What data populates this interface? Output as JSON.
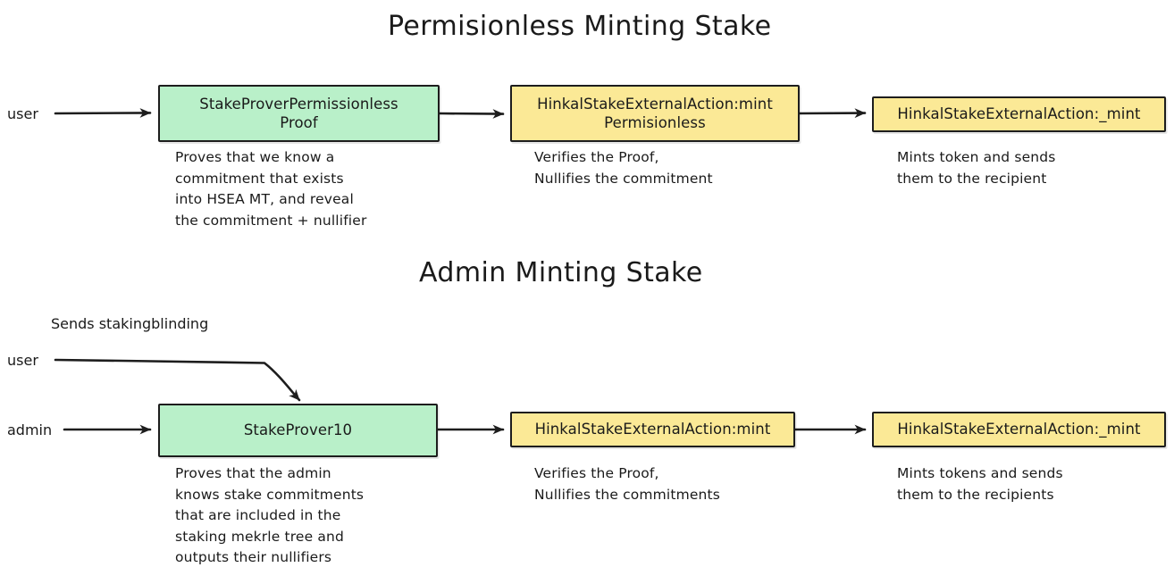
{
  "diagram": {
    "background": "#ffffff",
    "stroke_color": "#1d1d1d",
    "green_fill": "#b9f0c9",
    "yellow_fill": "#fbe996"
  },
  "sections": [
    {
      "title": "Permisionless Minting Stake",
      "nodes": [
        {
          "label": "StakeProverPermissionless\nProof",
          "caption": "Proves that we know a\ncommitment that exists\ninto HSEA MT, and reveal\nthe commitment + nullifier",
          "color": "#b9f0c9"
        },
        {
          "label": "HinkalStakeExternalAction:mint\nPermisionless",
          "caption": "Verifies the Proof,\nNullifies the commitment",
          "color": "#fbe996"
        },
        {
          "label": "HinkalStakeExternalAction:_mint",
          "caption": "Mints token and sends\nthem to the recipient",
          "color": "#fbe996"
        }
      ],
      "actors": [
        {
          "label": "user"
        }
      ]
    },
    {
      "title": "Admin Minting Stake",
      "nodes": [
        {
          "label": "StakeProver10",
          "caption": "Proves that the admin\nknows stake commitments\nthat are included in the\nstaking mekrle tree and\noutputs their nullifiers",
          "color": "#b9f0c9"
        },
        {
          "label": "HinkalStakeExternalAction:mint",
          "caption": "Verifies the Proof,\nNullifies the commitments",
          "color": "#fbe996"
        },
        {
          "label": "HinkalStakeExternalAction:_mint",
          "caption": "Mints tokens and sends\nthem to the recipients",
          "color": "#fbe996"
        }
      ],
      "actors": [
        {
          "label": "user"
        },
        {
          "label": "admin"
        }
      ],
      "edge_labels": [
        {
          "label": "Sends stakingblinding"
        }
      ]
    }
  ]
}
